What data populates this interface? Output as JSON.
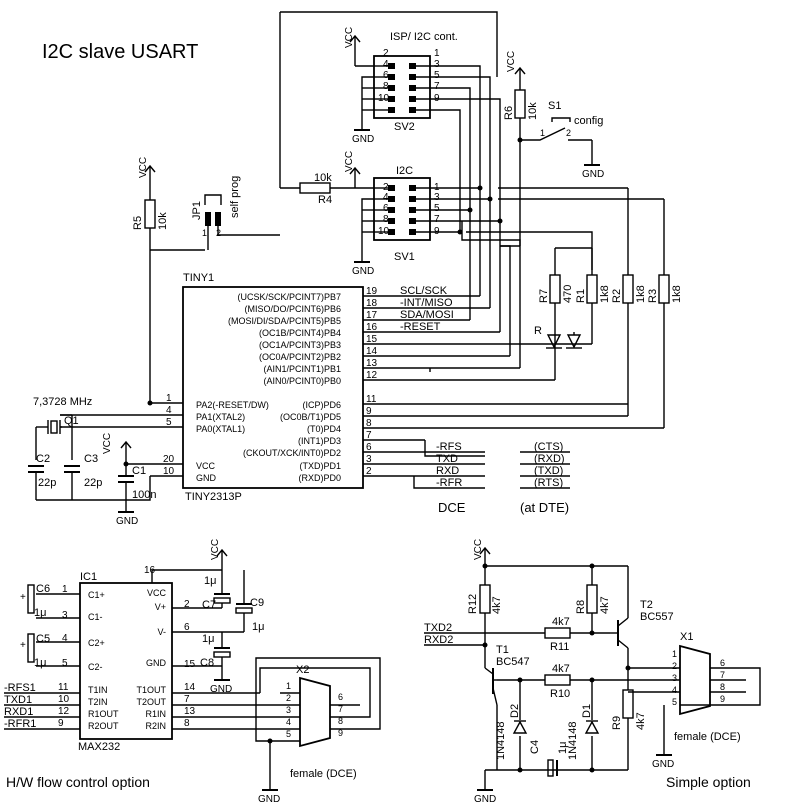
{
  "title": "I2C slave USART",
  "caption_hw": "H/W flow control option",
  "caption_simple": "Simple option",
  "power": {
    "vcc": "VCC",
    "gnd": "GND"
  },
  "header_sv2": {
    "title": "ISP/ I2C cont.",
    "name": "SV2",
    "pins_left": [
      "2",
      "4",
      "6",
      "8",
      "10"
    ],
    "pins_right": [
      "1",
      "3",
      "5",
      "7",
      "9"
    ]
  },
  "header_sv1": {
    "title": "I2C",
    "name": "SV1",
    "pins_left": [
      "2",
      "4",
      "6",
      "8",
      "10"
    ],
    "pins_right": [
      "1",
      "3",
      "5",
      "7",
      "9"
    ]
  },
  "mcu": {
    "name": "TINY1",
    "part": "TINY2313P",
    "left_pins": [
      {
        "label": "PA2(-RESET/DW)",
        "num": "1"
      },
      {
        "label": "PA1(XTAL2)",
        "num": "4"
      },
      {
        "label": "PA0(XTAL1)",
        "num": "5"
      },
      {
        "label": "VCC",
        "num": "20"
      },
      {
        "label": "GND",
        "num": "10"
      }
    ],
    "right_pins": [
      {
        "label": "(UCSK/SCK/PCINT7)PB7",
        "num": "19",
        "net": "SCL/SCK"
      },
      {
        "label": "(MISO/DO/PCINT6)PB6",
        "num": "18",
        "net": "-INT/MISO"
      },
      {
        "label": "(MOSI/DI/SDA/PCINT5)PB5",
        "num": "17",
        "net": "SDA/MOSI"
      },
      {
        "label": "(OC1B/PCINT4)PB4",
        "num": "16",
        "net": "-RESET"
      },
      {
        "label": "(OC1A/PCINT3)PB3",
        "num": "15",
        "net": ""
      },
      {
        "label": "(OC0A/PCINT2)PB2",
        "num": "14",
        "net": ""
      },
      {
        "label": "(AIN1/PCINT1)PB1",
        "num": "13",
        "net": ""
      },
      {
        "label": "(AIN0/PCINT0)PB0",
        "num": "12",
        "net": ""
      },
      {
        "label": "(ICP)PD6",
        "num": "11",
        "net": ""
      },
      {
        "label": "(OC0B/T1)PD5",
        "num": "9",
        "net": ""
      },
      {
        "label": "(T0)PD4",
        "num": "8",
        "net": ""
      },
      {
        "label": "(INT1)PD3",
        "num": "7",
        "net": "-RFS"
      },
      {
        "label": "(CKOUT/XCK/INT0)PD2",
        "num": "6",
        "net": "TXD"
      },
      {
        "label": "(TXD)PD1",
        "num": "3",
        "net": "RXD"
      },
      {
        "label": "(RXD)PD0",
        "num": "2",
        "net": "-RFR"
      }
    ]
  },
  "dte_labels": [
    "(CTS)",
    "(RXD)",
    "(TXD)",
    "(RTS)"
  ],
  "dce_caption": "DCE",
  "dte_caption": "(at DTE)",
  "crystal": {
    "name": "Q1",
    "freq": "7,3728 MHz"
  },
  "caps_top": [
    {
      "name": "C2",
      "value": "22p"
    },
    {
      "name": "C3",
      "value": "22p"
    },
    {
      "name": "C1",
      "value": "100n"
    }
  ],
  "resistors_top": [
    {
      "name": "R5",
      "value": "10k"
    },
    {
      "name": "R4",
      "value": "10k"
    },
    {
      "name": "R6",
      "value": "10k"
    },
    {
      "name": "R7",
      "value": "470"
    },
    {
      "name": "R1",
      "value": "1k8"
    },
    {
      "name": "R2",
      "value": "1k8"
    },
    {
      "name": "R3",
      "value": "1k8"
    }
  ],
  "jumper": {
    "name": "JP1",
    "label": "self prog",
    "pin1": "1",
    "pin2": "2"
  },
  "switch": {
    "name": "S1",
    "label": "config",
    "pin1": "1",
    "pin2": "2"
  },
  "led": {
    "name": "R"
  },
  "max232": {
    "name": "IC1",
    "part": "MAX232",
    "left_pins": [
      {
        "label": "C1+",
        "num": "1"
      },
      {
        "label": "C1-",
        "num": "3"
      },
      {
        "label": "C2+",
        "num": "4"
      },
      {
        "label": "C2-",
        "num": "5"
      },
      {
        "label": "T1IN",
        "num": "11"
      },
      {
        "label": "T2IN",
        "num": "10"
      },
      {
        "label": "R1OUT",
        "num": "12"
      },
      {
        "label": "R2OUT",
        "num": "9"
      }
    ],
    "right_pins": [
      {
        "label": "VCC",
        "num": "16"
      },
      {
        "label": "V+",
        "num": "2"
      },
      {
        "label": "V-",
        "num": "6"
      },
      {
        "label": "GND",
        "num": "15"
      },
      {
        "label": "T1OUT",
        "num": "14"
      },
      {
        "label": "T2OUT",
        "num": "7"
      },
      {
        "label": "R1IN",
        "num": "13"
      },
      {
        "label": "R2IN",
        "num": "8"
      }
    ],
    "nets_left": [
      "-RFS1",
      "TXD1",
      "RXD1",
      "-RFR1"
    ]
  },
  "caps_max": [
    {
      "name": "C6",
      "value": "1μ"
    },
    {
      "name": "C5",
      "value": "1μ"
    },
    {
      "name": "C7",
      "value": "1μ"
    },
    {
      "name": "C8",
      "value": "1μ"
    },
    {
      "name": "C9",
      "value": "1μ"
    }
  ],
  "db9": [
    {
      "name": "X2",
      "caption": "female (DCE)",
      "left_pins": [
        "1",
        "2",
        "3",
        "4",
        "5"
      ],
      "right_pins": [
        "6",
        "7",
        "8",
        "9"
      ]
    },
    {
      "name": "X1",
      "caption": "female (DCE)",
      "left_pins": [
        "1",
        "2",
        "3",
        "4",
        "5"
      ],
      "right_pins": [
        "6",
        "7",
        "8",
        "9"
      ]
    }
  ],
  "simple": {
    "nets": [
      "TXD2",
      "RXD2"
    ],
    "resistors": [
      {
        "name": "R12",
        "value": "4k7"
      },
      {
        "name": "R11",
        "value": "4k7"
      },
      {
        "name": "R8",
        "value": "4k7"
      },
      {
        "name": "R10",
        "value": "4k7"
      },
      {
        "name": "R9",
        "value": "4k7"
      }
    ],
    "t1": {
      "name": "T1",
      "part": "BC547"
    },
    "t2": {
      "name": "T2",
      "part": "BC557"
    },
    "d1": {
      "name": "D1",
      "part": "1N4148"
    },
    "d2": {
      "name": "D2",
      "part": "1N4148"
    },
    "c4": {
      "name": "C4",
      "value": "1μ"
    }
  }
}
